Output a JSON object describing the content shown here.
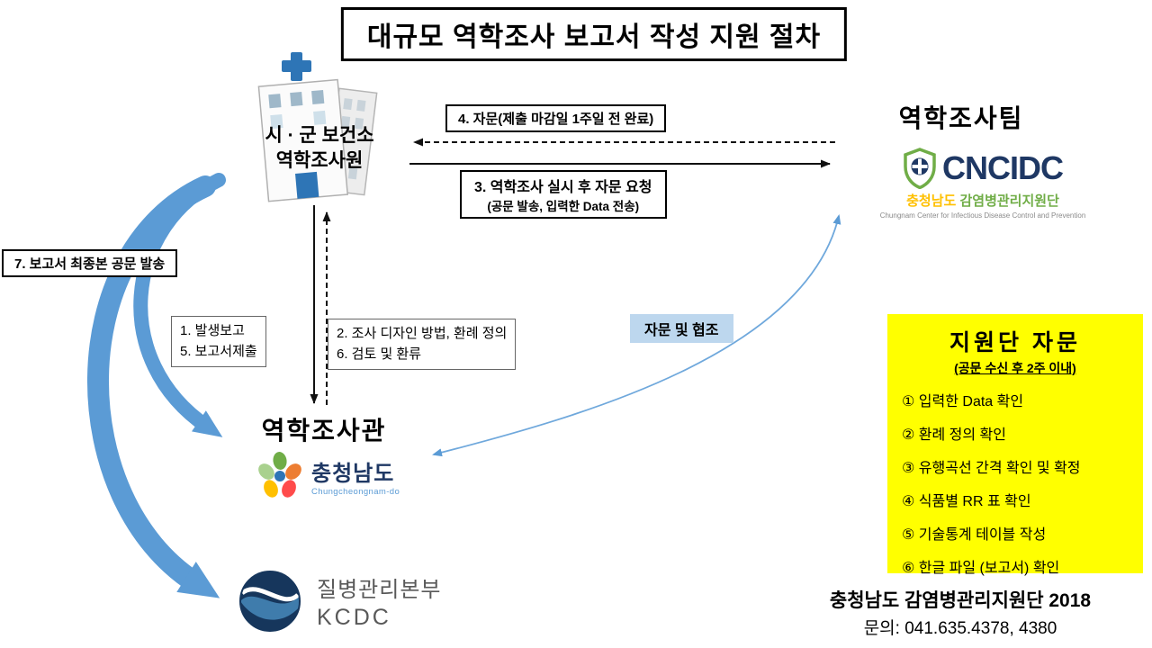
{
  "title": "대규모 역학조사 보고서 작성 지원 절차",
  "health_center": {
    "line1": "시 · 군 보건소",
    "line2": "역학조사원"
  },
  "team": {
    "name": "역학조사팀",
    "logo": "CNCIDC",
    "region": "충청남도",
    "org": "감염병관리지원단",
    "english": "Chungnam Center for Infectious Disease Control and Prevention"
  },
  "labels": {
    "step4": "4. 자문(제출 마감일 1주일 전 완료)",
    "step3a": "3. 역학조사 실시 후 자문 요청",
    "step3b": "(공문 발송, 입력한 Data 전송)",
    "step7": "7. 보고서 최종본 공문 발송",
    "step1": "1. 발생보고",
    "step5": "5. 보고서제출",
    "step2": "2. 조사 디자인 방법, 환례 정의",
    "step6": "6. 검토 및 환류",
    "advisory": "자문 및 협조"
  },
  "officer": {
    "name": "역학조사관",
    "region": "충청남도",
    "region_en": "Chungcheongnam-do"
  },
  "kcdc": {
    "name": "질병관리본부",
    "abbr": "KCDC"
  },
  "support_box": {
    "title": "지원단 자문",
    "subtitle": "(공문 수신 후 2주 이내)",
    "items": [
      "① 입력한 Data 확인",
      "② 환례 정의 확인",
      "③ 유행곡선 간격 확인 및 확정",
      "④ 식품별 RR 표 확인",
      "⑤ 기술통계 테이블 작성",
      "⑥ 한글 파일 (보고서) 확인"
    ]
  },
  "footer": {
    "line1": "충청남도 감염병관리지원단 2018",
    "line2": "문의: 041.635.4378, 4380"
  },
  "colors": {
    "accent_blue": "#5B9BD5",
    "light_blue": "#BDD7EE",
    "yellow": "#FFFF00",
    "navy": "#1F3864",
    "green": "#70AD47"
  }
}
